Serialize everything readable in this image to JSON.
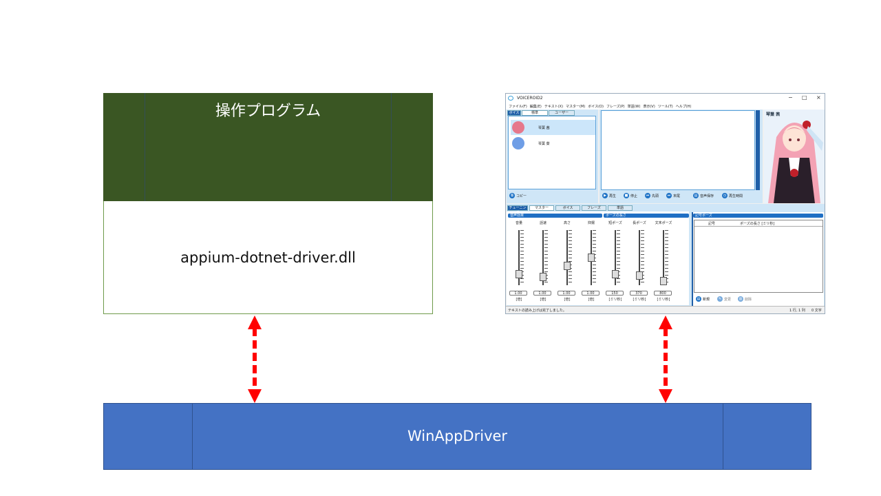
{
  "program_box": {
    "label": "操作プログラム"
  },
  "dll_box": {
    "label": "appium-dotnet-driver.dll"
  },
  "driver_box": {
    "label": "WinAppDriver"
  },
  "colors": {
    "program_fill": "#3a5623",
    "driver_fill": "#4472c4",
    "arrow": "#ff0000"
  },
  "voiceroid": {
    "title": "VOICEROID2",
    "menu": [
      "ファイル(F)",
      "編集(E)",
      "テキスト(X)",
      "マスター(M)",
      "ボイス(O)",
      "フレーズ(P)",
      "単語(W)",
      "表示(V)",
      "ツール(T)",
      "ヘルプ(H)"
    ],
    "voice_tabs": [
      "ボイス",
      "標準",
      "ユーザー"
    ],
    "voices": [
      "琴葉 茜",
      "琴葉 葵"
    ],
    "copy_button": "コピー",
    "playback": [
      "再生",
      "停止",
      "先頭",
      "末尾",
      "音声保存",
      "再生時間"
    ],
    "character_name": "琴葉 茜",
    "tune_tabs": [
      "チューニング",
      "マスター",
      "ボイス",
      "フレーズ",
      "単語"
    ],
    "sections": {
      "effects": "音声効果",
      "pause": "ポーズの長さ",
      "symbol_pause": "記号ポーズ"
    },
    "sliders": [
      {
        "label": "音量",
        "value": "1.00",
        "unit": "[倍]",
        "level": 0.2
      },
      {
        "label": "話速",
        "value": "1.00",
        "unit": "[倍]",
        "level": 0.15
      },
      {
        "label": "高さ",
        "value": "1.00",
        "unit": "[倍]",
        "level": 0.35
      },
      {
        "label": "抑揚",
        "value": "1.00",
        "unit": "[倍]",
        "level": 0.5
      },
      {
        "label": "短ポーズ",
        "value": "150",
        "unit": "[ミリ秒]",
        "level": 0.2
      },
      {
        "label": "長ポーズ",
        "value": "370",
        "unit": "[ミリ秒]",
        "level": 0.18
      },
      {
        "label": "文末ポーズ",
        "value": "800",
        "unit": "[ミリ秒]",
        "level": 0.08
      }
    ],
    "symbol_table_headers": [
      "記号",
      "ポーズの長さ [ミリ秒]"
    ],
    "symbol_buttons": [
      "新規",
      "変更",
      "削除"
    ],
    "status_text": "テキストの読み上げは完了しました。",
    "status_pos": "1 行, 1 列",
    "status_chars": "0 文字"
  }
}
